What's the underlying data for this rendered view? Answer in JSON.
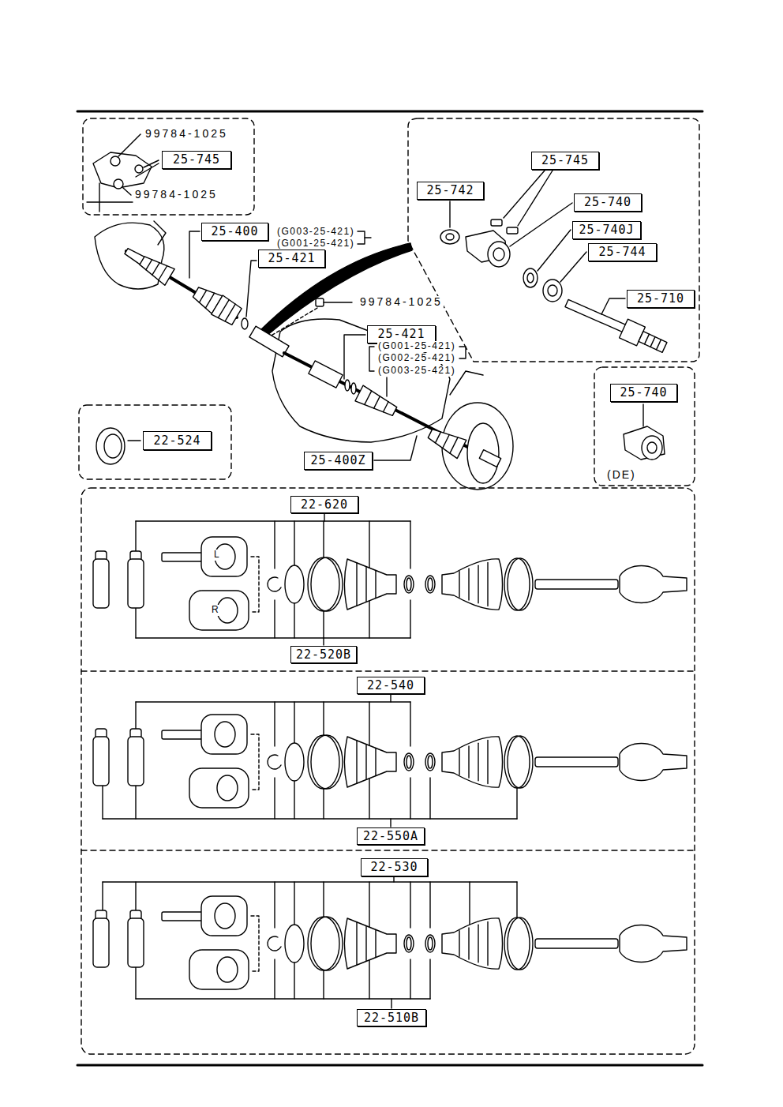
{
  "diagram": {
    "nodes": [
      {
        "text": [
          "25-745"
        ]
      },
      {
        "text": [
          "25-745"
        ]
      },
      {
        "text": [
          "25-742"
        ]
      },
      {
        "text": [
          "25-740"
        ]
      },
      {
        "text": [
          "25-740J"
        ]
      },
      {
        "text": [
          "25-744"
        ]
      },
      {
        "text": [
          "25-710"
        ]
      },
      {
        "text": [
          "25-400"
        ]
      },
      {
        "text": [
          "25-421"
        ]
      },
      {
        "text": [
          "25-421"
        ]
      },
      {
        "text": [
          "22-524"
        ]
      },
      {
        "text": [
          "25-740"
        ]
      },
      {
        "text": [
          "25-400Z"
        ]
      },
      {
        "text": [
          "22-620"
        ]
      },
      {
        "text": [
          "22-520B"
        ]
      },
      {
        "text": [
          "22-540"
        ]
      },
      {
        "text": [
          "22-550A"
        ]
      },
      {
        "text": [
          "22-530"
        ]
      },
      {
        "text": [
          "22-510B"
        ]
      }
    ],
    "labels": [
      "99784-1025",
      "99784-1025",
      "(G003-25-421)",
      "(G001-25-421)",
      "99784-1025",
      "(G001-25-421)",
      "(G002-25-421)",
      "(G003-25-421)",
      "(DE)",
      "L",
      "R"
    ]
  }
}
